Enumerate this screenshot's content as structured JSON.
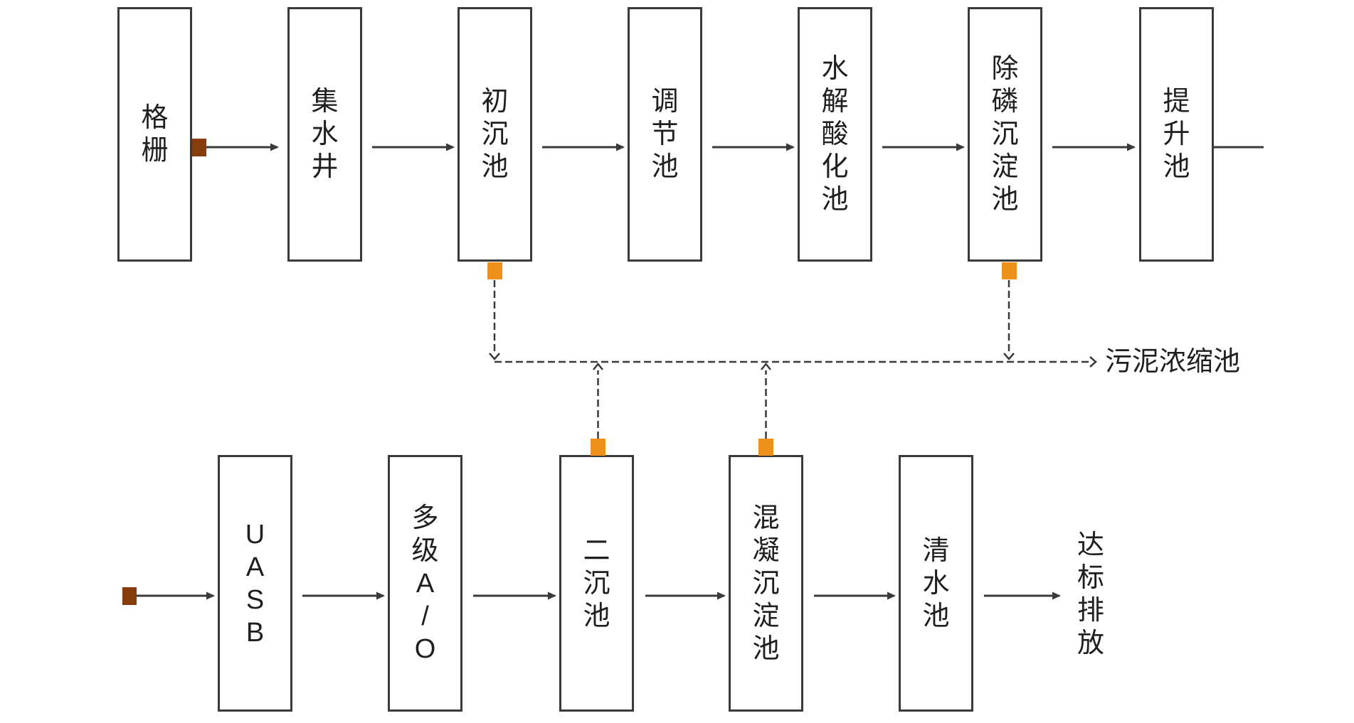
{
  "diagram": {
    "title_hint": "wastewater treatment process flow",
    "colors": {
      "background": "#ffffff",
      "line": "#3a3a3a",
      "text": "#1f1f1f",
      "inlet_marker": "#873c0e",
      "sludge_marker": "#ee9118"
    },
    "top_row": {
      "nodes": [
        {
          "label": "格栅"
        },
        {
          "label": "集水井"
        },
        {
          "label": "初沉池"
        },
        {
          "label": "调节池"
        },
        {
          "label": "水解酸化池"
        },
        {
          "label": "除磷沉淀池"
        },
        {
          "label": "提升池"
        }
      ]
    },
    "bottom_row": {
      "nodes": [
        {
          "label": "UASB"
        },
        {
          "label": "多级A/O"
        },
        {
          "label": "二沉池"
        },
        {
          "label": "混凝沉淀池"
        },
        {
          "label": "清水池"
        }
      ]
    },
    "sludge_line_label": "污泥浓缩池",
    "discharge_label": "达标排放"
  }
}
